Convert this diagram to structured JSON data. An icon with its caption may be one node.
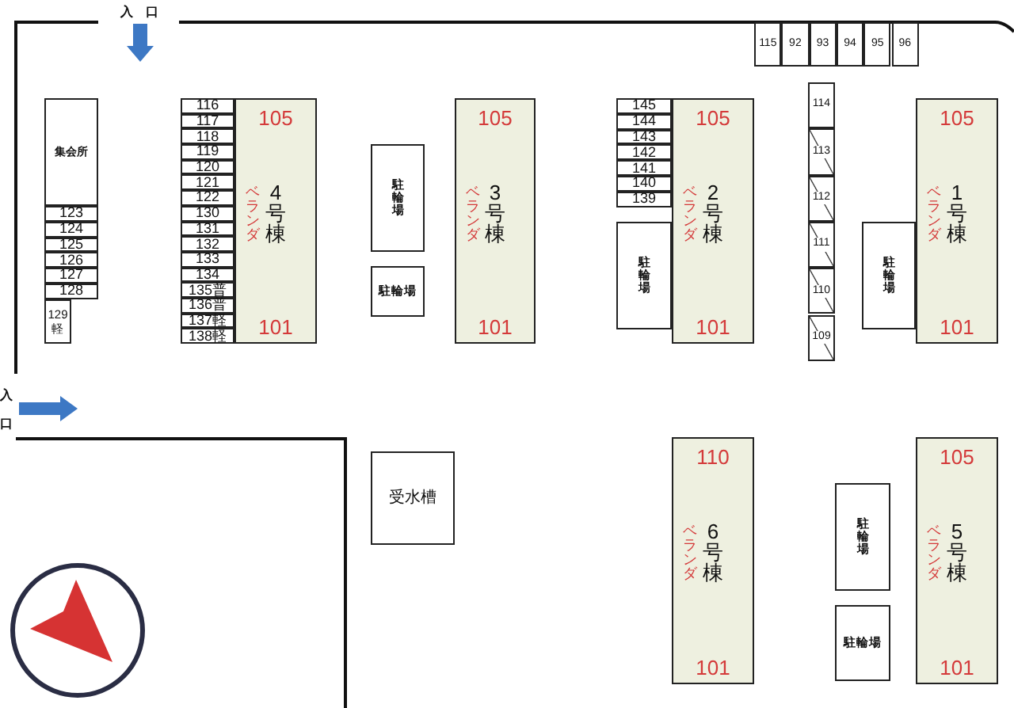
{
  "diagram": {
    "nodes": [
      {
        "text": [
          "集会所"
        ]
      },
      {
        "text": [
          "123"
        ]
      },
      {
        "text": [
          "124"
        ]
      },
      {
        "text": [
          "125"
        ]
      },
      {
        "text": [
          "126"
        ]
      },
      {
        "text": [
          "127"
        ]
      },
      {
        "text": [
          "128"
        ]
      },
      {
        "text": [
          "129 軽"
        ]
      },
      {
        "text": [
          "116"
        ]
      },
      {
        "text": [
          "117"
        ]
      },
      {
        "text": [
          "118"
        ]
      },
      {
        "text": [
          "119"
        ]
      },
      {
        "text": [
          "120"
        ]
      },
      {
        "text": [
          "121"
        ]
      },
      {
        "text": [
          "122"
        ]
      },
      {
        "text": [
          "130"
        ]
      },
      {
        "text": [
          "131"
        ]
      },
      {
        "text": [
          "132"
        ]
      },
      {
        "text": [
          "133"
        ]
      },
      {
        "text": [
          "134"
        ]
      },
      {
        "text": [
          "135普"
        ]
      },
      {
        "text": [
          "136普"
        ]
      },
      {
        "text": [
          "137軽"
        ]
      },
      {
        "text": [
          "138軽"
        ]
      },
      {
        "text": [
          "105",
          "ベランダ",
          "4号棟",
          "101"
        ]
      },
      {
        "text": [
          "駐輪場"
        ]
      },
      {
        "text": [
          "駐輪場"
        ]
      },
      {
        "text": [
          "105",
          "ベランダ",
          "3号棟",
          "101"
        ]
      },
      {
        "text": [
          "145"
        ]
      },
      {
        "text": [
          "144"
        ]
      },
      {
        "text": [
          "143"
        ]
      },
      {
        "text": [
          "142"
        ]
      },
      {
        "text": [
          "141"
        ]
      },
      {
        "text": [
          "140"
        ]
      },
      {
        "text": [
          "139"
        ]
      },
      {
        "text": [
          "駐輪場"
        ]
      },
      {
        "text": [
          "105",
          "ベランダ",
          "2号棟",
          "101"
        ]
      },
      {
        "text": [
          "115"
        ]
      },
      {
        "text": [
          "92"
        ]
      },
      {
        "text": [
          "93"
        ]
      },
      {
        "text": [
          "94"
        ]
      },
      {
        "text": [
          "95"
        ]
      },
      {
        "text": [
          "96"
        ]
      },
      {
        "text": [
          "114"
        ]
      },
      {
        "text": [
          "113"
        ]
      },
      {
        "text": [
          "112"
        ]
      },
      {
        "text": [
          "111"
        ]
      },
      {
        "text": [
          "110"
        ]
      },
      {
        "text": [
          "109"
        ]
      },
      {
        "text": [
          "駐輪場"
        ]
      },
      {
        "text": [
          "105",
          "ベランダ",
          "1号棟",
          "101"
        ]
      },
      {
        "text": [
          "受水槽"
        ]
      },
      {
        "text": [
          "110",
          "ベランダ",
          "6号棟",
          "101"
        ]
      },
      {
        "text": [
          "駐輪場"
        ]
      },
      {
        "text": [
          "駐輪場"
        ]
      },
      {
        "text": [
          "105",
          "ベランダ",
          "5号棟",
          "101"
        ]
      }
    ],
    "labels": [
      "入口",
      "入口"
    ]
  }
}
